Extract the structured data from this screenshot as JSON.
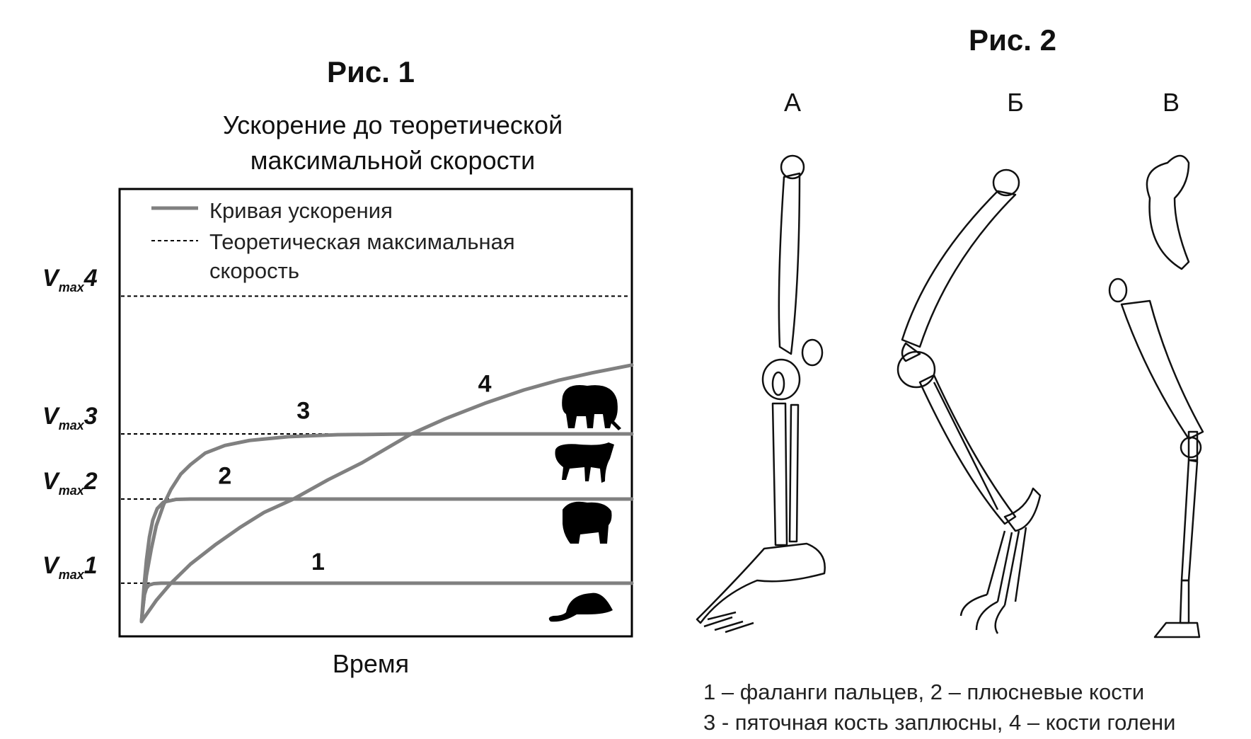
{
  "figure1": {
    "title": "Рис. 1",
    "subtitle_line1": "Ускорение до теоретической",
    "subtitle_line2": "максимальной скорости"
  },
  "figure2": {
    "title": "Рис. 2",
    "panels": [
      "А",
      "Б",
      "В"
    ],
    "caption_line1": "1 – фаланги пальцев, 2 – плюсневые кости",
    "caption_line2": "3 - пяточная кость заплюсны, 4 – кости голени"
  },
  "chart_data": {
    "type": "line",
    "title": "Ускорение до теоретической максимальной скорости",
    "xlabel": "Время",
    "ylabel": "",
    "xlim": [
      0,
      100
    ],
    "ylim": [
      0,
      11.3
    ],
    "grid": false,
    "legend": {
      "placement": "top-left",
      "entries": [
        {
          "label": "Кривая ускорения",
          "style": "solid",
          "color": "#808080"
        },
        {
          "label_line1": "Теоретическая максимальная",
          "label_line2": "скорость",
          "style": "dashed",
          "color": "#000000"
        }
      ]
    },
    "levels": [
      {
        "name": "V",
        "sub": "max",
        "num": "1",
        "value": 1.0
      },
      {
        "name": "V",
        "sub": "max",
        "num": "2",
        "value": 3.2
      },
      {
        "name": "V",
        "sub": "max",
        "num": "3",
        "value": 4.9
      },
      {
        "name": "V",
        "sub": "max",
        "num": "4",
        "value": 8.5
      }
    ],
    "series": [
      {
        "name": "1",
        "animal": "mouse-icon",
        "points": [
          [
            0,
            0
          ],
          [
            0.3,
            0.4
          ],
          [
            0.6,
            0.7
          ],
          [
            1,
            0.87
          ],
          [
            1.5,
            0.95
          ],
          [
            2.5,
            0.99
          ],
          [
            4,
            1
          ],
          [
            100,
            1
          ]
        ]
      },
      {
        "name": "2",
        "animal": "bear-icon",
        "points": [
          [
            0,
            0
          ],
          [
            0.5,
            0.9
          ],
          [
            1,
            1.6
          ],
          [
            1.6,
            2.2
          ],
          [
            2.3,
            2.65
          ],
          [
            3.2,
            2.95
          ],
          [
            4.5,
            3.12
          ],
          [
            7,
            3.19
          ],
          [
            10,
            3.2
          ],
          [
            100,
            3.2
          ]
        ]
      },
      {
        "name": "3",
        "animal": "dog-icon",
        "points": [
          [
            0,
            0
          ],
          [
            1,
            1.2
          ],
          [
            2,
            1.9
          ],
          [
            3,
            2.5
          ],
          [
            4.5,
            3.05
          ],
          [
            6,
            3.45
          ],
          [
            8,
            3.85
          ],
          [
            10,
            4.1
          ],
          [
            13,
            4.4
          ],
          [
            17,
            4.6
          ],
          [
            22,
            4.73
          ],
          [
            30,
            4.83
          ],
          [
            40,
            4.88
          ],
          [
            55,
            4.9
          ],
          [
            100,
            4.9
          ]
        ]
      },
      {
        "name": "4",
        "animal": "elephant-icon",
        "points": [
          [
            0,
            0
          ],
          [
            3,
            0.55
          ],
          [
            6,
            1.0
          ],
          [
            10,
            1.5
          ],
          [
            15,
            2.0
          ],
          [
            20,
            2.45
          ],
          [
            25,
            2.85
          ],
          [
            31,
            3.2
          ],
          [
            38,
            3.7
          ],
          [
            45,
            4.15
          ],
          [
            55,
            4.9
          ],
          [
            62,
            5.3
          ],
          [
            70,
            5.7
          ],
          [
            78,
            6.05
          ],
          [
            85,
            6.3
          ],
          [
            92,
            6.5
          ],
          [
            100,
            6.7
          ]
        ]
      }
    ],
    "curve_labels": [
      {
        "text": "1",
        "x": 36,
        "y": 1.35
      },
      {
        "text": "2",
        "x": 17,
        "y": 3.6
      },
      {
        "text": "3",
        "x": 33,
        "y": 5.3
      },
      {
        "text": "4",
        "x": 70,
        "y": 6.0
      }
    ]
  }
}
